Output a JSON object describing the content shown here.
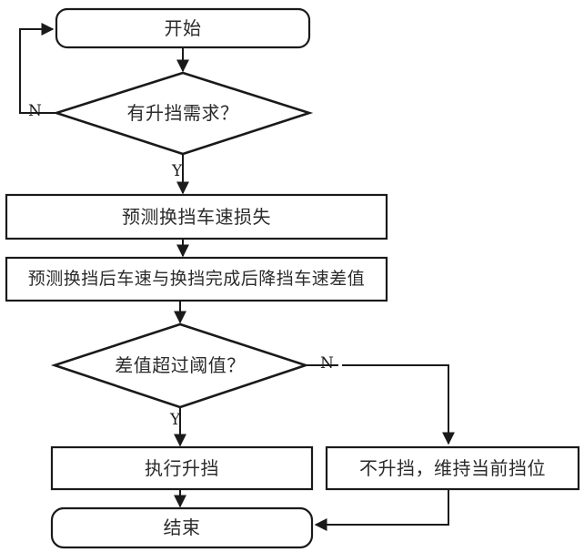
{
  "diagram": {
    "type": "flowchart",
    "orientation": "top-to-bottom",
    "stroke_color": "#1a1a1a",
    "fill_color": "#ffffff",
    "text_color": "#2b2b2b",
    "nodes": [
      {
        "id": "start",
        "shape": "rounded-rectangle",
        "label": "开始"
      },
      {
        "id": "decision1",
        "shape": "diamond",
        "label": "有升挡需求？"
      },
      {
        "id": "process1",
        "shape": "rectangle",
        "label": "预测换挡车速损失"
      },
      {
        "id": "process2",
        "shape": "rectangle",
        "label": "预测换挡后车速与换挡完成后降挡车速差值"
      },
      {
        "id": "decision2",
        "shape": "diamond",
        "label": "差值超过阈值？"
      },
      {
        "id": "process3",
        "shape": "rectangle",
        "label": "执行升挡"
      },
      {
        "id": "process4",
        "shape": "rectangle",
        "label": "不升挡，维持当前挡位"
      },
      {
        "id": "end",
        "shape": "rounded-rectangle",
        "label": "结束"
      }
    ],
    "edge_labels": {
      "decision1_no": "N",
      "decision1_yes": "Y",
      "decision2_no": "N",
      "decision2_yes": "Y"
    }
  }
}
